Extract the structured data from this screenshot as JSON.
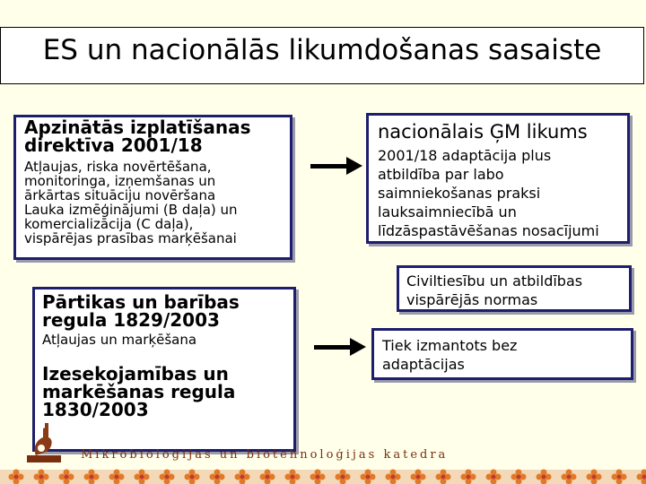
{
  "title": "ES un nacionālās likumdošanas sasaiste",
  "left": {
    "directive": {
      "heading_lines": [
        "Apzinātās izplatīšanas",
        "direktīva 2001/18"
      ],
      "body_lines": [
        "Atļaujas, riska novērtēšana,",
        "monitoringa, izņemšanas un",
        "ārkārtas situāciju novēršana",
        "Lauka izmēģinājumi (B daļa) un",
        "komercializācija (C daļa),",
        "vispārējas prasības marķēšanai"
      ]
    },
    "food_feed": {
      "heading_lines": [
        "Pārtikas un barības",
        "regula 1829/2003"
      ],
      "body_lines": [
        "Atļaujas un marķēšana"
      ],
      "heading2_lines": [
        "Izesekojamības un",
        "markēšanas regula",
        "1830/2003"
      ]
    }
  },
  "right": {
    "national_law": {
      "heading": "nacionālais ĢM likums",
      "body_lines": [
        "2001/18 adaptācija plus",
        "atbildība par labo",
        "saimniekošanas praksi",
        "lauksaimniecībā un",
        "līdzāspastāvēšanas nosacījumi"
      ]
    },
    "civil": {
      "lines": [
        "Civiltiesību un atbildības",
        "vispārējās normas"
      ]
    },
    "used": {
      "lines": [
        "Tiek izmantots bez",
        "adaptācijas"
      ]
    }
  },
  "footer": "Mikrobioloģijas un biotehnoloģijas katedra",
  "colors": {
    "box_border": "#1e1e6e",
    "background": "#ffffea",
    "footer": "#7a2e10"
  }
}
